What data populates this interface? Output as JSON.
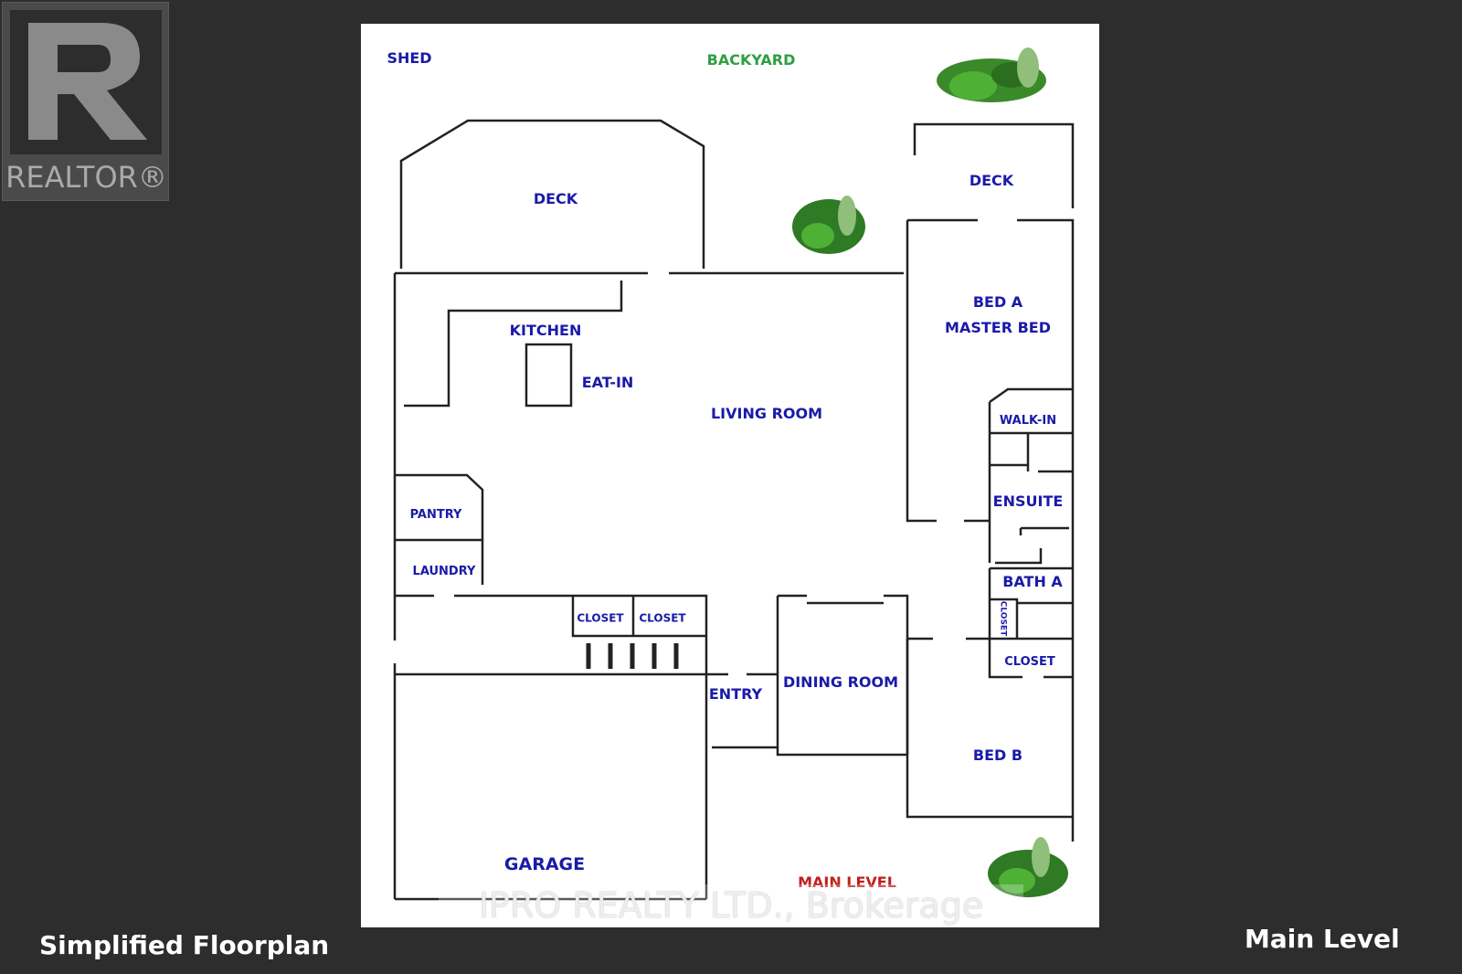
{
  "logo": {
    "text": "REALTOR®"
  },
  "floorplan": {
    "labels": {
      "shed": "SHED",
      "backyard": "BACKYARD",
      "deck_left": "DECK",
      "deck_right": "DECK",
      "bed_a": "BED A",
      "master_bed": "MASTER BED",
      "kitchen": "KITCHEN",
      "eat_in": "EAT-IN",
      "living_room": "LIVING ROOM",
      "walk_in": "WALK-IN",
      "ensuite": "ENSUITE",
      "pantry": "PANTRY",
      "laundry": "LAUNDRY",
      "bath_a": "BATH A",
      "closet_1": "CLOSET",
      "closet_2": "CLOSET",
      "closet_vertical": "CLOSET",
      "closet_3": "CLOSET",
      "dining_room": "DINING ROOM",
      "entry": "ENTRY",
      "bed_b": "BED B",
      "garage": "GARAGE",
      "main_level": "MAIN LEVEL"
    }
  },
  "watermark": "IPRO REALTY LTD., Brokerage",
  "caption_left": "Simplified Floorplan",
  "caption_right": "Main Level",
  "colors": {
    "background": "#2d2d2d",
    "room_label": "#1a1aa8",
    "backyard_label": "#2ea043",
    "main_level_label": "#c0201c"
  }
}
